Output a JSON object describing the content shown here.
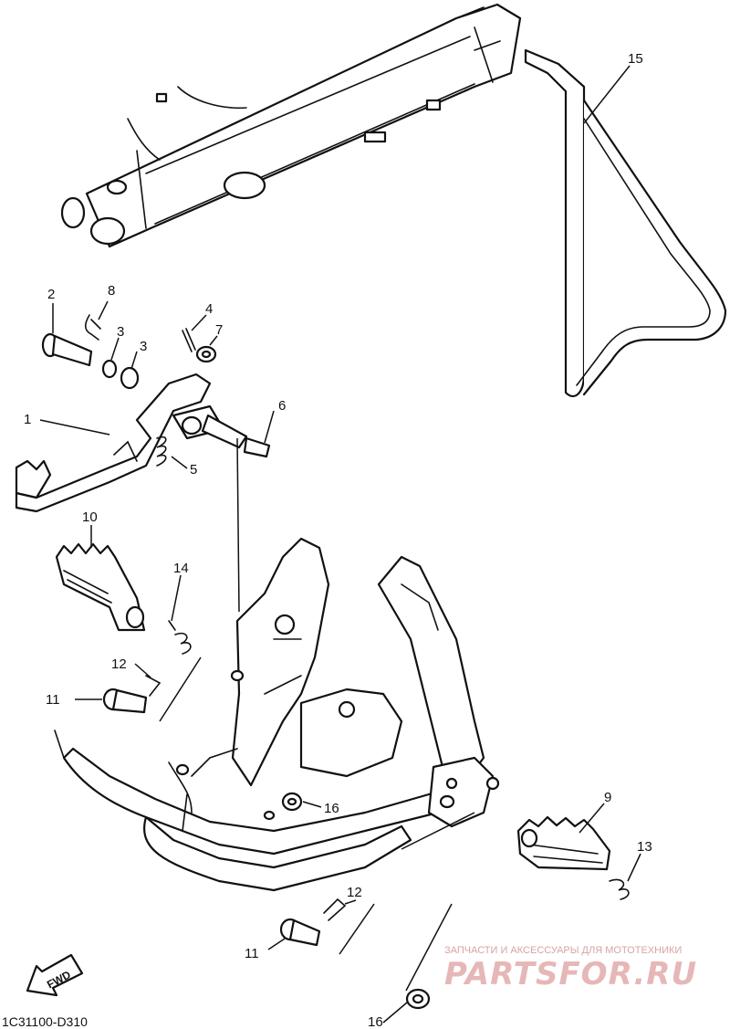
{
  "diagram": {
    "callouts": [
      {
        "id": "c2",
        "text": "2"
      },
      {
        "id": "c8",
        "text": "8"
      },
      {
        "id": "c3a",
        "text": "3"
      },
      {
        "id": "c3b",
        "text": "3"
      },
      {
        "id": "c4",
        "text": "4"
      },
      {
        "id": "c7",
        "text": "7"
      },
      {
        "id": "c1",
        "text": "1"
      },
      {
        "id": "c6",
        "text": "6"
      },
      {
        "id": "c5",
        "text": "5"
      },
      {
        "id": "c15",
        "text": "15"
      },
      {
        "id": "c10",
        "text": "10"
      },
      {
        "id": "c14",
        "text": "14"
      },
      {
        "id": "c12a",
        "text": "12"
      },
      {
        "id": "c11a",
        "text": "11"
      },
      {
        "id": "c16a",
        "text": "16"
      },
      {
        "id": "c9",
        "text": "9"
      },
      {
        "id": "c13",
        "text": "13"
      },
      {
        "id": "c12b",
        "text": "12"
      },
      {
        "id": "c11b",
        "text": "11"
      },
      {
        "id": "c16b",
        "text": "16"
      }
    ],
    "fwd_label": "FWD",
    "diagram_code": "1C31100-D310"
  },
  "watermark": {
    "tagline": "ЗАПЧАСТИ И АКСЕССУАРЫ ДЛЯ МОТОТЕХНИКИ",
    "brand": "PARTSFOR.RU"
  },
  "colors": {
    "line": "#111111",
    "background": "#ffffff",
    "watermark": "#e6b7b7"
  }
}
